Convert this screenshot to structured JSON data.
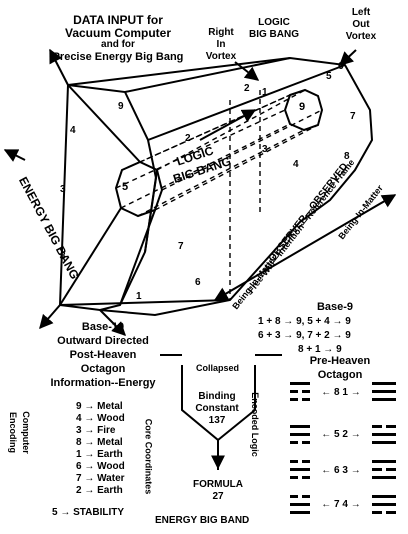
{
  "title": {
    "line1": "DATA INPUT for",
    "line2": "Vacuum Computer",
    "line3": "and for",
    "line4": "Precise Energy Big Bang"
  },
  "labels": {
    "right_in_vortex": [
      "Right",
      "In",
      "Vortex"
    ],
    "logic_big_bang_top": [
      "LOGIC",
      "BIG BANG"
    ],
    "left_out_vortex": [
      "Left",
      "Out",
      "Vortex"
    ],
    "logic_big_bang_center": [
      "LOGIC",
      "BIG BANG"
    ],
    "energy_big_bang_left": "ENERGY BIG BANG",
    "observer": "OBSERVER—OBSERVED",
    "free_will": "Free-Will—Intention—Reference Frame",
    "being_in_matter_1": "Being-In-Matter",
    "being_in_matter_2": "Being-In-Matter"
  },
  "small_octagon_numbers": [
    "1",
    "5",
    "6",
    "2",
    "9",
    "7",
    "3",
    "4",
    "8"
  ],
  "large_octagon_numbers": [
    "4",
    "9",
    "2",
    "3",
    "5",
    "8",
    "7",
    "6",
    "1"
  ],
  "base10": {
    "lines": [
      "Base-10",
      "Outward Directed",
      "Post-Heaven",
      "Octagon",
      "Information--Energy"
    ]
  },
  "base9": {
    "title": "Base-9",
    "lines": [
      "1 + 8 → 9, 5 + 4 → 9",
      "6 + 3 → 9, 7 + 2 → 9",
      "8 + 1 → 9"
    ]
  },
  "funnel": {
    "collapsed": "Collapsed",
    "binding": [
      "Binding",
      "Constant",
      "137"
    ],
    "formula": [
      "FORMULA",
      "27"
    ],
    "encoded_logic": "Encoded Logic",
    "core_coordinates": "Core Coordinates",
    "footer": "ENERGY BIG BAND"
  },
  "encoding": {
    "label": [
      "Computer",
      "Encoding"
    ],
    "items": [
      "9 → Metal",
      "4 → Wood",
      "3 → Fire",
      "8 → Metal",
      "1 → Earth",
      "6 → Wood",
      "7 → Water",
      "2 → Earth"
    ],
    "stability": "5 → STABILITY"
  },
  "pre_heaven": {
    "title": [
      "Pre-Heaven",
      "Octagon"
    ],
    "rows": [
      "← 8 1 →",
      "← 5 2 →",
      "← 6 3 →",
      "← 7 4 →"
    ]
  }
}
